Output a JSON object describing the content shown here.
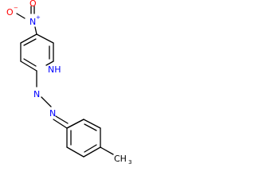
{
  "molecule": {
    "atoms": {
      "nitro_n": "N",
      "nitro_o_minus": "O",
      "nitro_o_minus_charge": "−",
      "nitro_o_double": "O",
      "nitro_n_charge": "+",
      "ring_nh": "NH",
      "hydrazone_n1": "N",
      "hydrazone_n2": "N",
      "methyl": "CH",
      "methyl_subscript": "3"
    },
    "colors": {
      "bond": "#000000",
      "nitrogen": "#0000ff",
      "oxygen": "#ff0000",
      "carbon_label": "#000000"
    }
  }
}
